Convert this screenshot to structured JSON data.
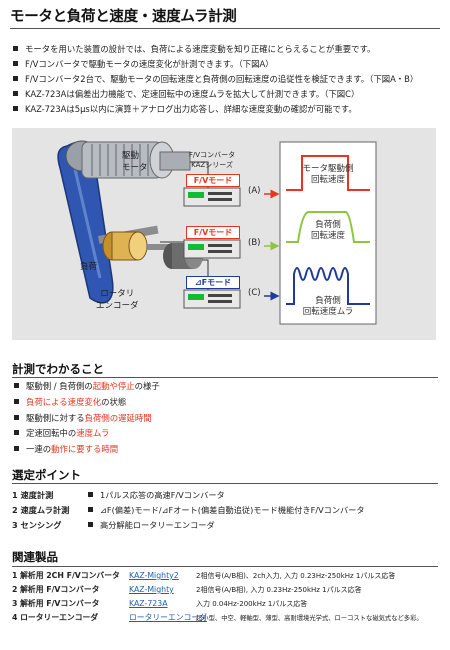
{
  "title": "モータと負荷と速度・速度ムラ計測",
  "intro_bullets": [
    "モータを用いた装置の設計では、負荷による速度変動を知り正確にとらえることが重要です。",
    "F/Vコンバータで駆動モータの速度変化が計測できます。（下図A）",
    "F/Vコンバータ2台で、駆動モータの回転速度と負荷側の回転速度の追従性を検証できます。（下図A・B）",
    "KAZ-723Aは偏差出力機能で、定速回転中の速度ムラを拡大して計測できます。（下図C）",
    "KAZ-723Aは5μs以内に演算＋アナログ出力応答し、詳細な速度変動の確認が可能です。"
  ],
  "figure": {
    "motor_label_1": "駆動",
    "motor_label_2": "モータ",
    "converter_label_1": "F/Vコンバータ",
    "converter_label_2": "KAZシリーズ",
    "load_label": "負荷",
    "encoder_label_1": "ロータリ",
    "encoder_label_2": "エンコーダ",
    "modes": [
      {
        "label": "F/Vモード",
        "marker": "(A)",
        "color": "#e8351f"
      },
      {
        "label": "F/Vモード",
        "marker": "(B)",
        "color": "#e8351f"
      },
      {
        "label": "⊿Fモード",
        "marker": "(C)",
        "color": "#1f3a9e"
      }
    ],
    "graphs": [
      {
        "text_1": "モータ駆動側",
        "text_2": "回転速度",
        "color": "#e8351f"
      },
      {
        "text_1": "負荷側",
        "text_2": "回転速度",
        "color": "#8dc63f"
      },
      {
        "text_1": "負荷側",
        "text_2": "回転速度ムラ",
        "color": "#1f3a9e"
      }
    ]
  },
  "measure": {
    "heading": "計測でわかること",
    "items": [
      {
        "a": "駆動側 / 負荷側の",
        "b": "起動や停止",
        "c": "の様子"
      },
      {
        "a": "",
        "b": "負荷による速度変化",
        "c": "の状態"
      },
      {
        "a": "駆動側に対する",
        "b": "負荷側の遅延時間",
        "c": ""
      },
      {
        "a": "定速回転中の",
        "b": "速度ムラ",
        "c": ""
      },
      {
        "a": "一連の",
        "b": "動作に要する時間",
        "c": ""
      }
    ]
  },
  "points": {
    "heading": "選定ポイント",
    "rows": [
      {
        "left": "1 速度計測",
        "right": "1パルス応答の高速F/Vコンバータ"
      },
      {
        "left": "2 速度ムラ計測",
        "right": "⊿F(偏差)モード/⊿Fオート(偏差自動追従)モード機能付きF/Vコンバータ"
      },
      {
        "left": "3 センシング",
        "right": "高分解能ロータリーエンコーダ"
      }
    ]
  },
  "products": {
    "heading": "関連製品",
    "rows": [
      {
        "category": "1 解析用 2CH  F/Vコンバータ",
        "link": "KAZ-Mighty2",
        "desc": "2相信号(A/B相)、2ch入力, 入力 0.23Hz-250kHz  1パルス応答"
      },
      {
        "category": "2 解析用  F/Vコンバータ",
        "link": "KAZ-Mighty",
        "desc": "2相信号(A/B相), 入力 0.23Hz-250kHz  1パルス応答"
      },
      {
        "category": "3 解析用  F/Vコンバータ",
        "link": "KAZ-723A",
        "desc": "入力 0.04Hz-200kHz  1パルス応答"
      },
      {
        "category": "4 ロータリーエンコーダ",
        "link": "ロータリーエンコーダ",
        "desc": "超小型、中空、軽軸型、薄型、高耐環境光学式、ローコストな磁気式など多彩。"
      }
    ]
  },
  "colors": {
    "accent_red": "#e8351f",
    "accent_green": "#8dc63f",
    "accent_blue": "#1f3a9e",
    "link": "#1d5fb6"
  }
}
